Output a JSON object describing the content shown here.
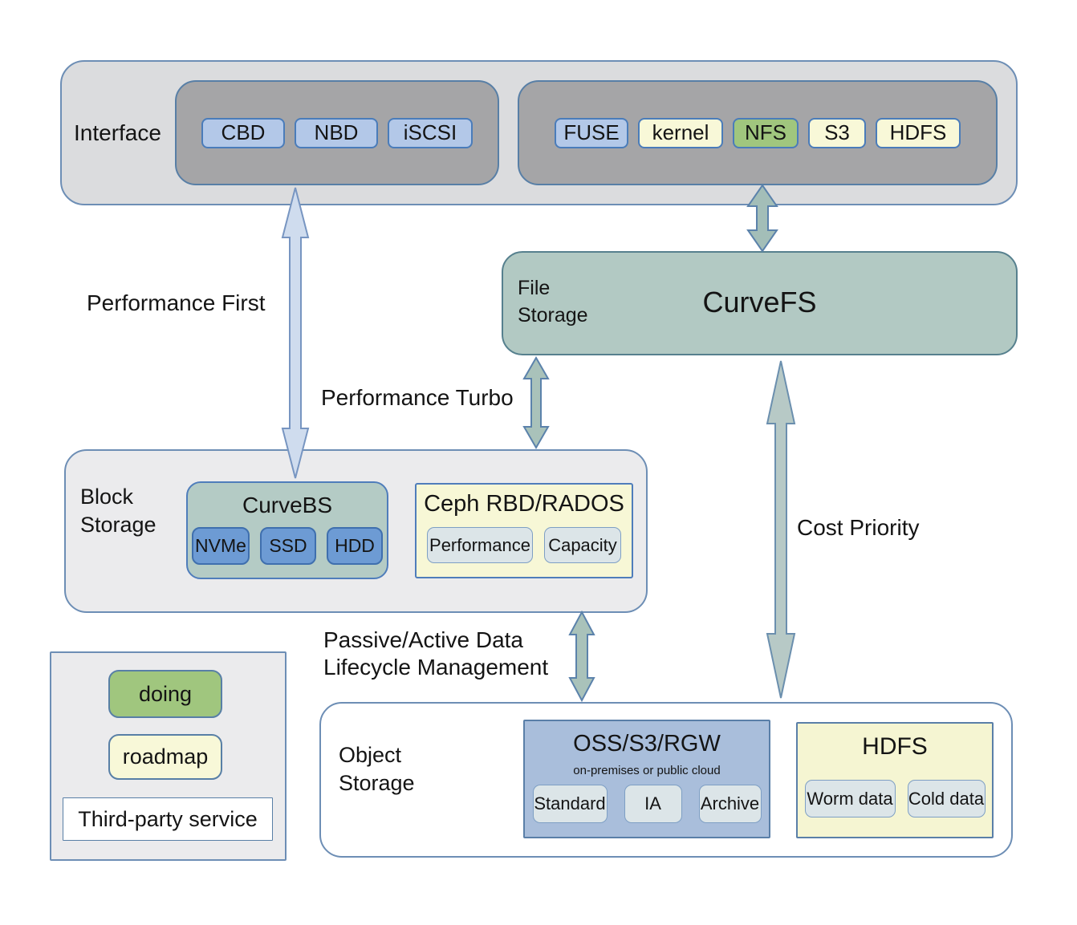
{
  "interface": {
    "label": "Interface",
    "block_chips": [
      "CBD",
      "NBD",
      "iSCSI"
    ],
    "file_chips": [
      "FUSE",
      "kernel",
      "NFS",
      "S3",
      "HDFS"
    ]
  },
  "file_storage": {
    "label_line1": "File",
    "label_line2": "Storage",
    "title": "CurveFS"
  },
  "block_storage": {
    "label_line1": "Block",
    "label_line2": "Storage",
    "curvebs": {
      "title": "CurveBS",
      "chips": [
        "NVMe",
        "SSD",
        "HDD"
      ]
    },
    "ceph": {
      "title": "Ceph RBD/RADOS",
      "chips": [
        "Performance",
        "Capacity"
      ]
    }
  },
  "object_storage": {
    "label_line1": "Object",
    "label_line2": "Storage",
    "oss": {
      "title": "OSS/S3/RGW",
      "subtitle": "on-premises or public cloud",
      "chips": [
        "Standard",
        "IA",
        "Archive"
      ]
    },
    "hdfs": {
      "title": "HDFS",
      "chips": [
        "Worm data",
        "Cold data"
      ]
    }
  },
  "annotations": {
    "performance_first": "Performance First",
    "performance_turbo": "Performance Turbo",
    "cost_priority": "Cost Priority",
    "lifecycle_line1": "Passive/Active Data",
    "lifecycle_line2": "Lifecycle Management"
  },
  "legend": {
    "doing": "doing",
    "roadmap": "roadmap",
    "third_party": "Third-party service"
  },
  "colors": {
    "doing": "#a0c67e",
    "roadmap": "#f8f8d8",
    "third_party_service": "#ffffff",
    "curve_teal": "#b2c9c3",
    "interface_chip_blue": "#b3c8e8"
  }
}
